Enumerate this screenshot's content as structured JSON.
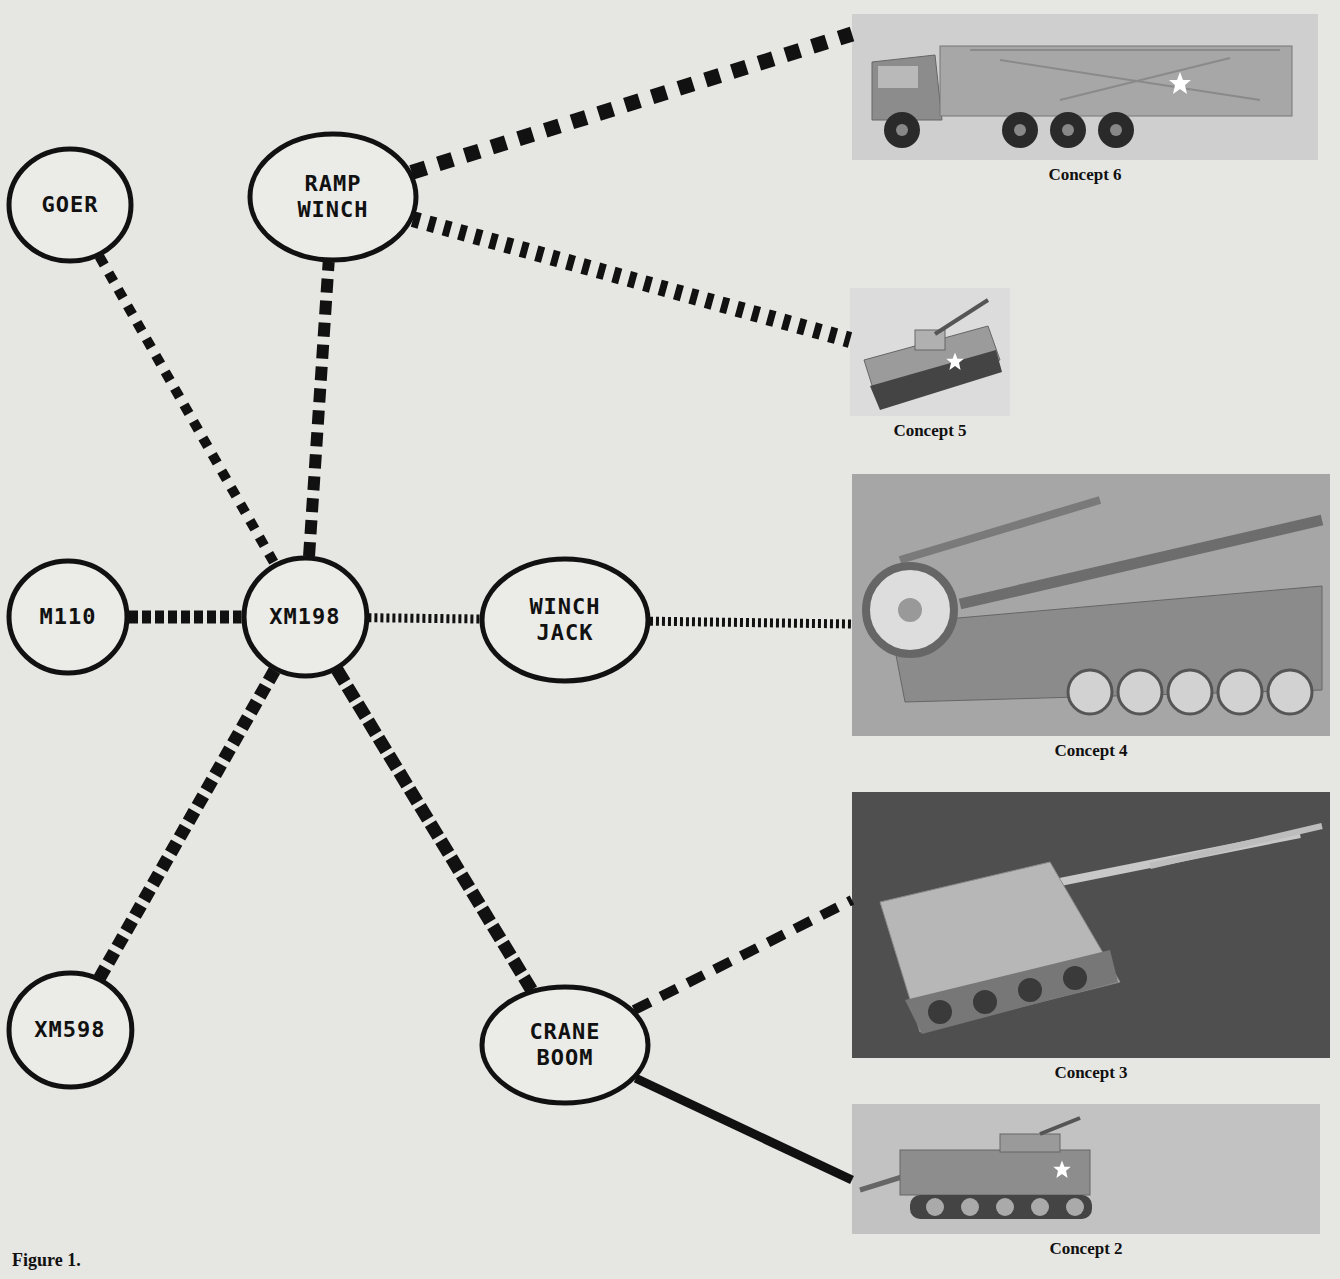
{
  "diagram": {
    "caption": "Figure 1.",
    "nodes": [
      {
        "text": [
          "GOER"
        ]
      },
      {
        "text": [
          "RAMP WINCH"
        ]
      },
      {
        "text": [
          "Concept 6"
        ]
      },
      {
        "text": [
          "Concept 5"
        ]
      },
      {
        "text": [
          "M110"
        ]
      },
      {
        "text": [
          "XM198"
        ]
      },
      {
        "text": [
          "WINCH JACK"
        ]
      },
      {
        "text": [
          "Concept 4"
        ]
      },
      {
        "text": [
          "Concept 3"
        ]
      },
      {
        "text": [
          "XM598"
        ]
      },
      {
        "text": [
          "CRANE BOOM"
        ]
      },
      {
        "text": [
          "Concept 2"
        ]
      }
    ],
    "edges": [
      {
        "from": 0,
        "to": 5,
        "arrow": "none"
      },
      {
        "from": 5,
        "to": 1,
        "arrow": "none"
      },
      {
        "from": 1,
        "to": 2,
        "arrow": "none"
      },
      {
        "from": 1,
        "to": 3,
        "arrow": "none"
      },
      {
        "from": 4,
        "to": 5,
        "arrow": "none"
      },
      {
        "from": 5,
        "to": 6,
        "arrow": "none"
      },
      {
        "from": 6,
        "to": 7,
        "arrow": "none"
      },
      {
        "from": 5,
        "to": 9,
        "arrow": "none"
      },
      {
        "from": 5,
        "to": 10,
        "arrow": "none"
      },
      {
        "from": 10,
        "to": 8,
        "arrow": "none"
      },
      {
        "from": 10,
        "to": 11,
        "arrow": "none"
      }
    ]
  }
}
